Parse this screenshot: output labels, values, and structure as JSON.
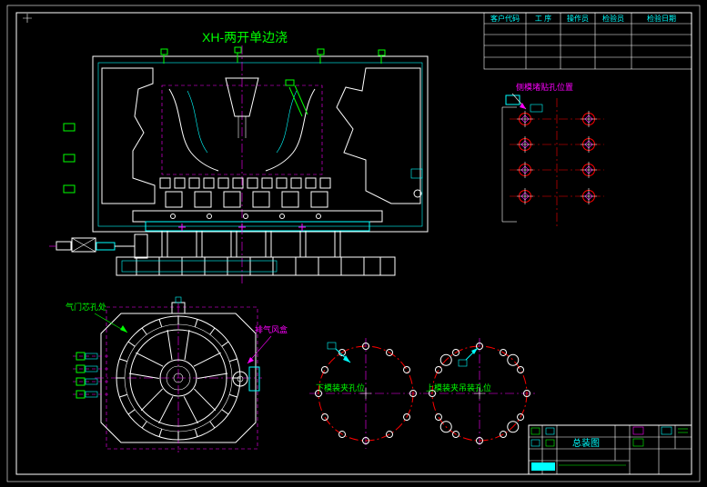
{
  "drawing": {
    "title": "XH-两开单边浇"
  },
  "header_table": {
    "headers": [
      "客户代码",
      "工 序",
      "操作员",
      "检验员",
      "检验日期"
    ]
  },
  "details": {
    "side_mold_label": "侧模堵贴孔位置",
    "valve_core_label": "气门芯孔处",
    "exhaust_box_label": "排气风盒",
    "lower_clamp_label": "下模装夹孔位",
    "upper_clamp_label": "上模装夹吊装孔位"
  },
  "title_block": {
    "drawing_name": "总装图"
  },
  "colors": {
    "background": "#000000",
    "line": "#ffffff",
    "accent_cyan": "#00ffff",
    "accent_green": "#00ff00",
    "accent_magenta": "#ff00ff",
    "accent_red": "#ff0000"
  }
}
